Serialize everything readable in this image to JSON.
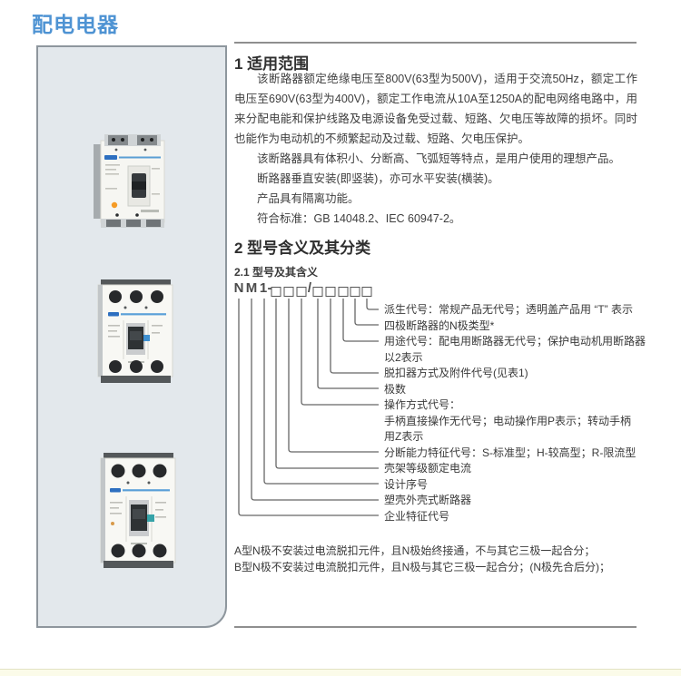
{
  "page": {
    "title": "配电电器",
    "colors": {
      "accent": "#4e93d3",
      "sidebar_background": "#e3e8ec",
      "footer_strip": "#fbfbe9",
      "logo_blue": "#2d6fc0",
      "indicator_orange": "#f59b25"
    }
  },
  "sidebar": {
    "images": [
      "mccb-circuit-breaker-photo-small",
      "mccb-circuit-breaker-photo-medium",
      "mccb-circuit-breaker-photo-large"
    ]
  },
  "section1": {
    "heading": "1 适用范围",
    "paragraphs": [
      "该断路器额定绝缘电压至800V(63型为500V)，适用于交流50Hz，额定工作电压至690V(63型为400V)，额定工作电流从10A至1250A的配电网络电路中，用来分配电能和保护线路及电源设备免受过载、短路、欠电压等故障的损坏。同时也能作为电动机的不频繁起动及过载、短路、欠电压保护。",
      "该断路器具有体积小、分断高、飞弧短等特点，是用户使用的理想产品。",
      "断路器垂直安装(即竖装)，亦可水平安装(横装)。",
      "产品具有隔离功能。",
      "符合标准：GB 14048.2、IEC 60947-2。"
    ]
  },
  "section2": {
    "heading": "2 型号含义及其分类",
    "subheading": "2.1 型号及其含义",
    "model_symbols": [
      "N",
      "M",
      "1",
      "-",
      "□",
      "□",
      "□",
      "/",
      "□",
      "□",
      "□",
      "□",
      "□"
    ],
    "explanations": [
      {
        "lines": [
          "派生代号：常规产品无代号；透明盖产品用 “T” 表示"
        ]
      },
      {
        "lines": [
          "四极断路器的N极类型*"
        ]
      },
      {
        "lines": [
          "用途代号：配电用断路器无代号；保护电动机用断路器",
          "以2表示"
        ]
      },
      {
        "lines": [
          "脱扣器方式及附件代号(见表1)"
        ]
      },
      {
        "lines": [
          "极数"
        ]
      },
      {
        "lines": [
          "操作方式代号：",
          "手柄直接操作无代号；电动操作用P表示；转动手柄",
          "用Z表示"
        ]
      },
      {
        "lines": [
          "分断能力特征代号：S-标准型；H-较高型；R-限流型"
        ]
      },
      {
        "lines": [
          "壳架等级额定电流"
        ]
      },
      {
        "lines": [
          "设计序号"
        ]
      },
      {
        "lines": [
          "塑壳外壳式断路器"
        ]
      },
      {
        "lines": [
          "企业特征代号"
        ]
      }
    ],
    "notes": [
      "A型N极不安装过电流脱扣元件，且N极始终接通，不与其它三极一起合分；",
      "B型N极不安装过电流脱扣元件，且N极与其它三极一起合分；(N极先合后分)；"
    ]
  }
}
